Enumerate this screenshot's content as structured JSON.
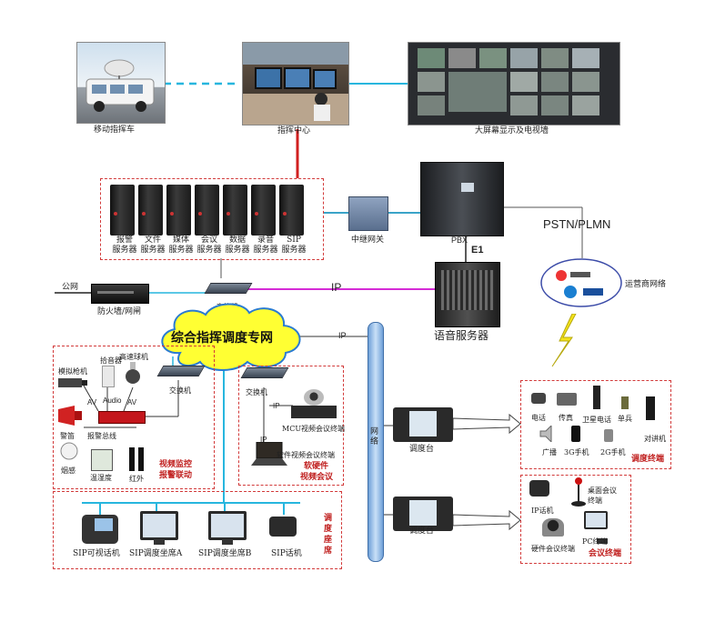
{
  "top": {
    "vehicle_label": "移动指挥车",
    "center_label": "指挥中心",
    "wall_label": "大屏幕显示及电视墙"
  },
  "servers": {
    "items": [
      "报警\n服务器",
      "文件\n服务器",
      "媒体\n服务器",
      "会议\n服务器",
      "数据\n服务器",
      "录音\n服务器",
      "SIP\n服务器"
    ],
    "gateway_label": "中继网关",
    "pbx_label": "PBX",
    "e1_label": "E1",
    "pstn_label": "PSTN/PLMN",
    "carrier_label": "运营商网络"
  },
  "network": {
    "public_label": "公网",
    "firewall_label": "防火墙/网闸",
    "switch_label": "交换机",
    "ip_label": "IP",
    "cloud_label": "综合指挥调度专网",
    "voice_server_label": "语音服务器",
    "ip_label_2": "IP",
    "backbone_label": "网络"
  },
  "video_box": {
    "gun_camera": "模拟枪机",
    "pickup": "拾音器",
    "dome_camera": "高速球机",
    "switch": "交换机",
    "av1": "AV",
    "audio": "Audio",
    "av2": "AV",
    "alarm_bus": "报警总线",
    "siren": "警笛",
    "smoke": "烟感",
    "thermo": "温湿度",
    "infrared": "红外",
    "title_line1": "视频监控",
    "title_line2": "报警联动"
  },
  "conf_box": {
    "switch": "交换机",
    "ip1": "IP",
    "ip2": "IP",
    "mcu": "MCU视频会议终端",
    "soft_terminal": "软件视频会议终端",
    "title_line1": "软硬件",
    "title_line2": "视频会议"
  },
  "seats_box": {
    "video_phone": "SIP可视话机",
    "seat_a": "SIP调度坐席A",
    "seat_b": "SIP调度坐席B",
    "sip_phone": "SIP话机",
    "title": "调\n度\n座\n席"
  },
  "consoles": {
    "console1": "调度台",
    "console2": "调度台"
  },
  "terminals_box": {
    "telephone": "电话",
    "fax": "传真",
    "satellite": "卫星电话",
    "single_soldier": "单兵",
    "walkie": "对讲机",
    "broadcast": "广播",
    "phone3g": "3G手机",
    "phone2g": "2G手机",
    "title": "调度终端"
  },
  "meeting_box": {
    "ip_phone": "IP话机",
    "desk_terminal": "桌面会议\n终端",
    "pc_terminal": "PC终端",
    "hw_terminal": "硬件会议终端",
    "title": "会议终端"
  },
  "colors": {
    "dash_red": "#d23a3a",
    "link_cyan": "#27b6de",
    "link_magenta": "#d52bd6",
    "link_red": "#d11f1f",
    "cloud_yellow": "#ffff33",
    "bolt_yellow": "#f3e21b"
  }
}
